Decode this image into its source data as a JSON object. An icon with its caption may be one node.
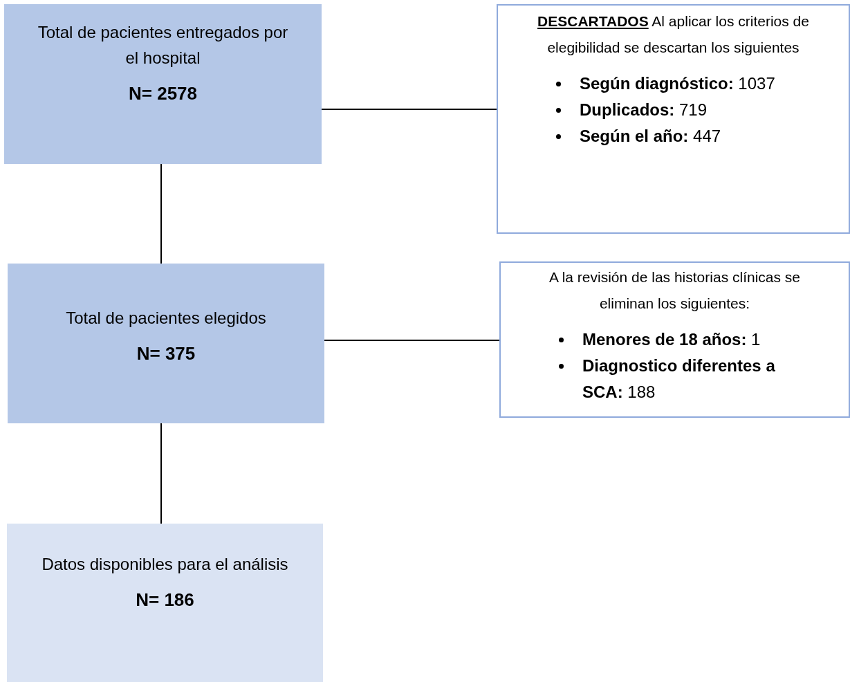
{
  "diagram": {
    "nodes": [
      {
        "text": [
          "Total de pacientes entregados por el hospital",
          "N= 2578"
        ]
      },
      {
        "text": [
          "**DESCARTADOS** Al aplicar los criterios de elegibilidad se descartan los siguientes",
          "**Según diagnóstico:** 1037",
          "**Duplicados:** 719",
          "**Según el año:** 447"
        ]
      },
      {
        "text": [
          "Total de pacientes elegidos",
          "N= 375"
        ]
      },
      {
        "text": [
          "A la revisión de las historias clínicas se eliminan los siguientes:",
          "**Menores de 18 años:** 1",
          "**Diagnostico diferentes a SCA:** 188"
        ]
      },
      {
        "text": [
          "Datos disponibles para el análisis",
          "N= 186"
        ]
      }
    ],
    "edges": [
      {
        "from": 0,
        "to": 1,
        "arrow": "none"
      },
      {
        "from": 0,
        "to": 2,
        "arrow": "none"
      },
      {
        "from": 2,
        "to": 3,
        "arrow": "none"
      },
      {
        "from": 2,
        "to": 4,
        "arrow": "none"
      }
    ]
  }
}
